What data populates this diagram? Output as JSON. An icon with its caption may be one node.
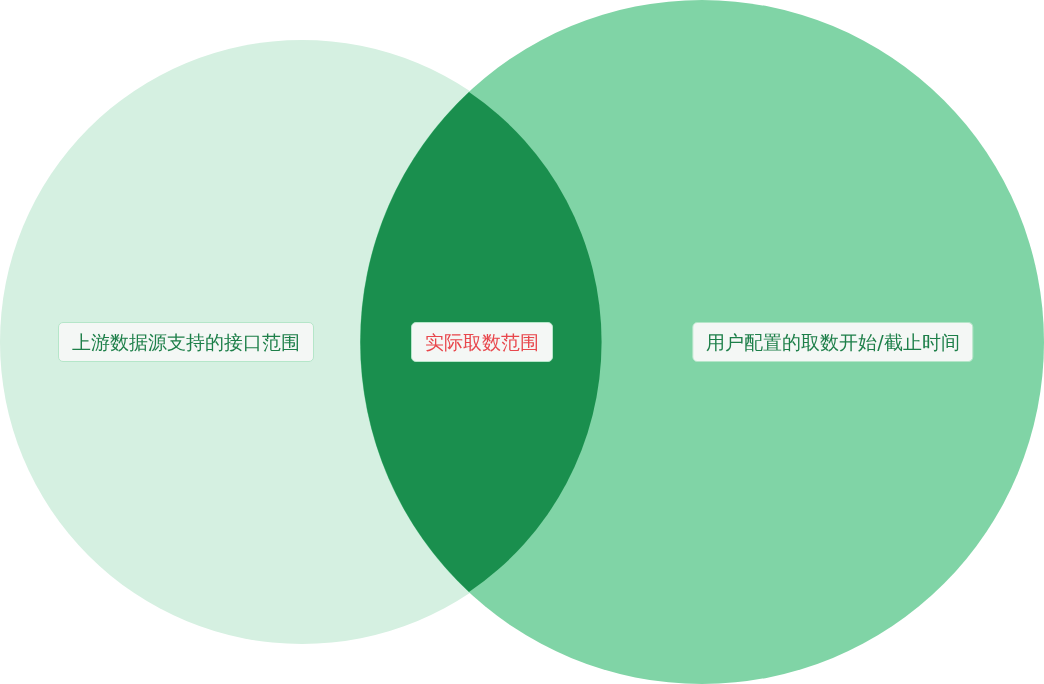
{
  "diagram": {
    "nodes": [
      {
        "text": [
          "上游数据源支持的接口范围"
        ]
      },
      {
        "text": [
          "用户配置的取数开始/截止时间"
        ]
      },
      {
        "text": [
          "实际取数范围"
        ]
      }
    ]
  }
}
